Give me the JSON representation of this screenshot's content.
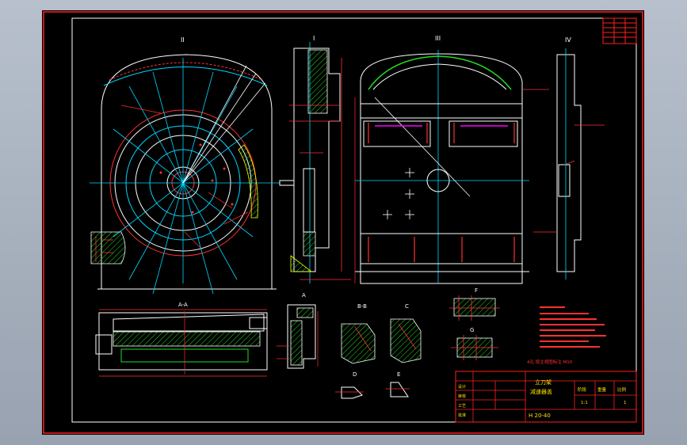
{
  "drawing": {
    "views": {
      "view_ii": "II",
      "view_i": "I",
      "view_iii": "III",
      "view_iv": "IV",
      "section_aa": "A-A",
      "detail_a": "A",
      "detail_b": "B-B",
      "detail_c": "C",
      "detail_d": "D",
      "detail_e": "E",
      "detail_f": "F",
      "detail_g": "G"
    },
    "title_block": {
      "part_name_line1": "立刀架",
      "part_name_line2": "减速器盖",
      "drawing_number": "H 20-40",
      "stage_label": "阶段",
      "weight_label": "重量",
      "scale_label": "比例",
      "scale_value": "1:1",
      "sheet_value": "1",
      "designer_label": "设计",
      "checker_label": "审核",
      "process_label": "工艺",
      "approve_label": "批准"
    },
    "tech_note": "4孔 按主视图标注 M10",
    "colors": {
      "background": "#000000",
      "frame": "#ff2020",
      "outline": "#ffffff",
      "centerline": "#00d8ff",
      "dimension": "#ff3030",
      "hatch": "#22dd22",
      "text": "#ffe000"
    }
  }
}
